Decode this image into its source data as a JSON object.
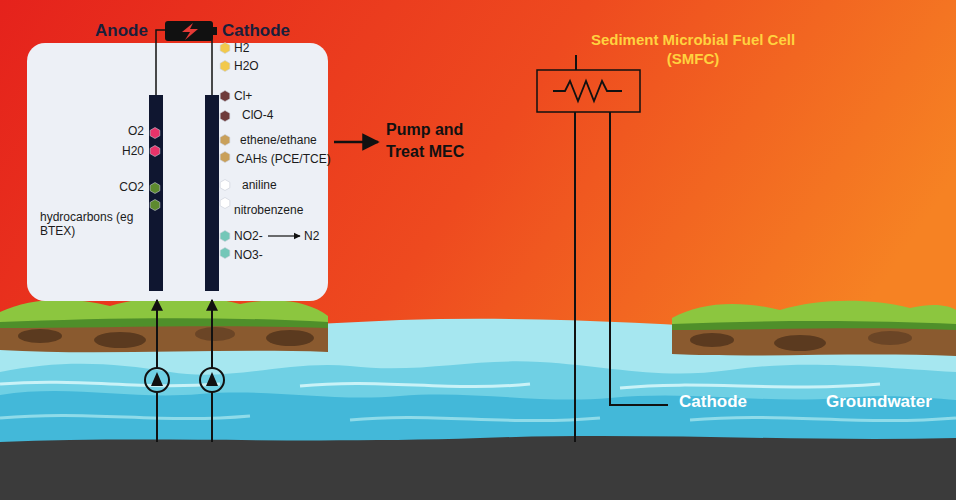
{
  "diagram": {
    "nodes": [
      {
        "text": [
          "Anode",
          "Cathode"
        ]
      }
    ],
    "labels": [
      "O2",
      "H20",
      "CO2",
      "hydrocarbons (eg BTEX)",
      "H2",
      "H2O",
      "Cl+",
      "ClO-4",
      "ethene/ethane",
      "CAHs (PCE/TCE)",
      "aniline",
      "nitrobenzene",
      "NO2-",
      "N2",
      "NO3-",
      "Pump and Treat MEC",
      "Sediment Microbial Fuel Cell (SMFC)",
      "Cathode",
      "Groundwater"
    ]
  }
}
